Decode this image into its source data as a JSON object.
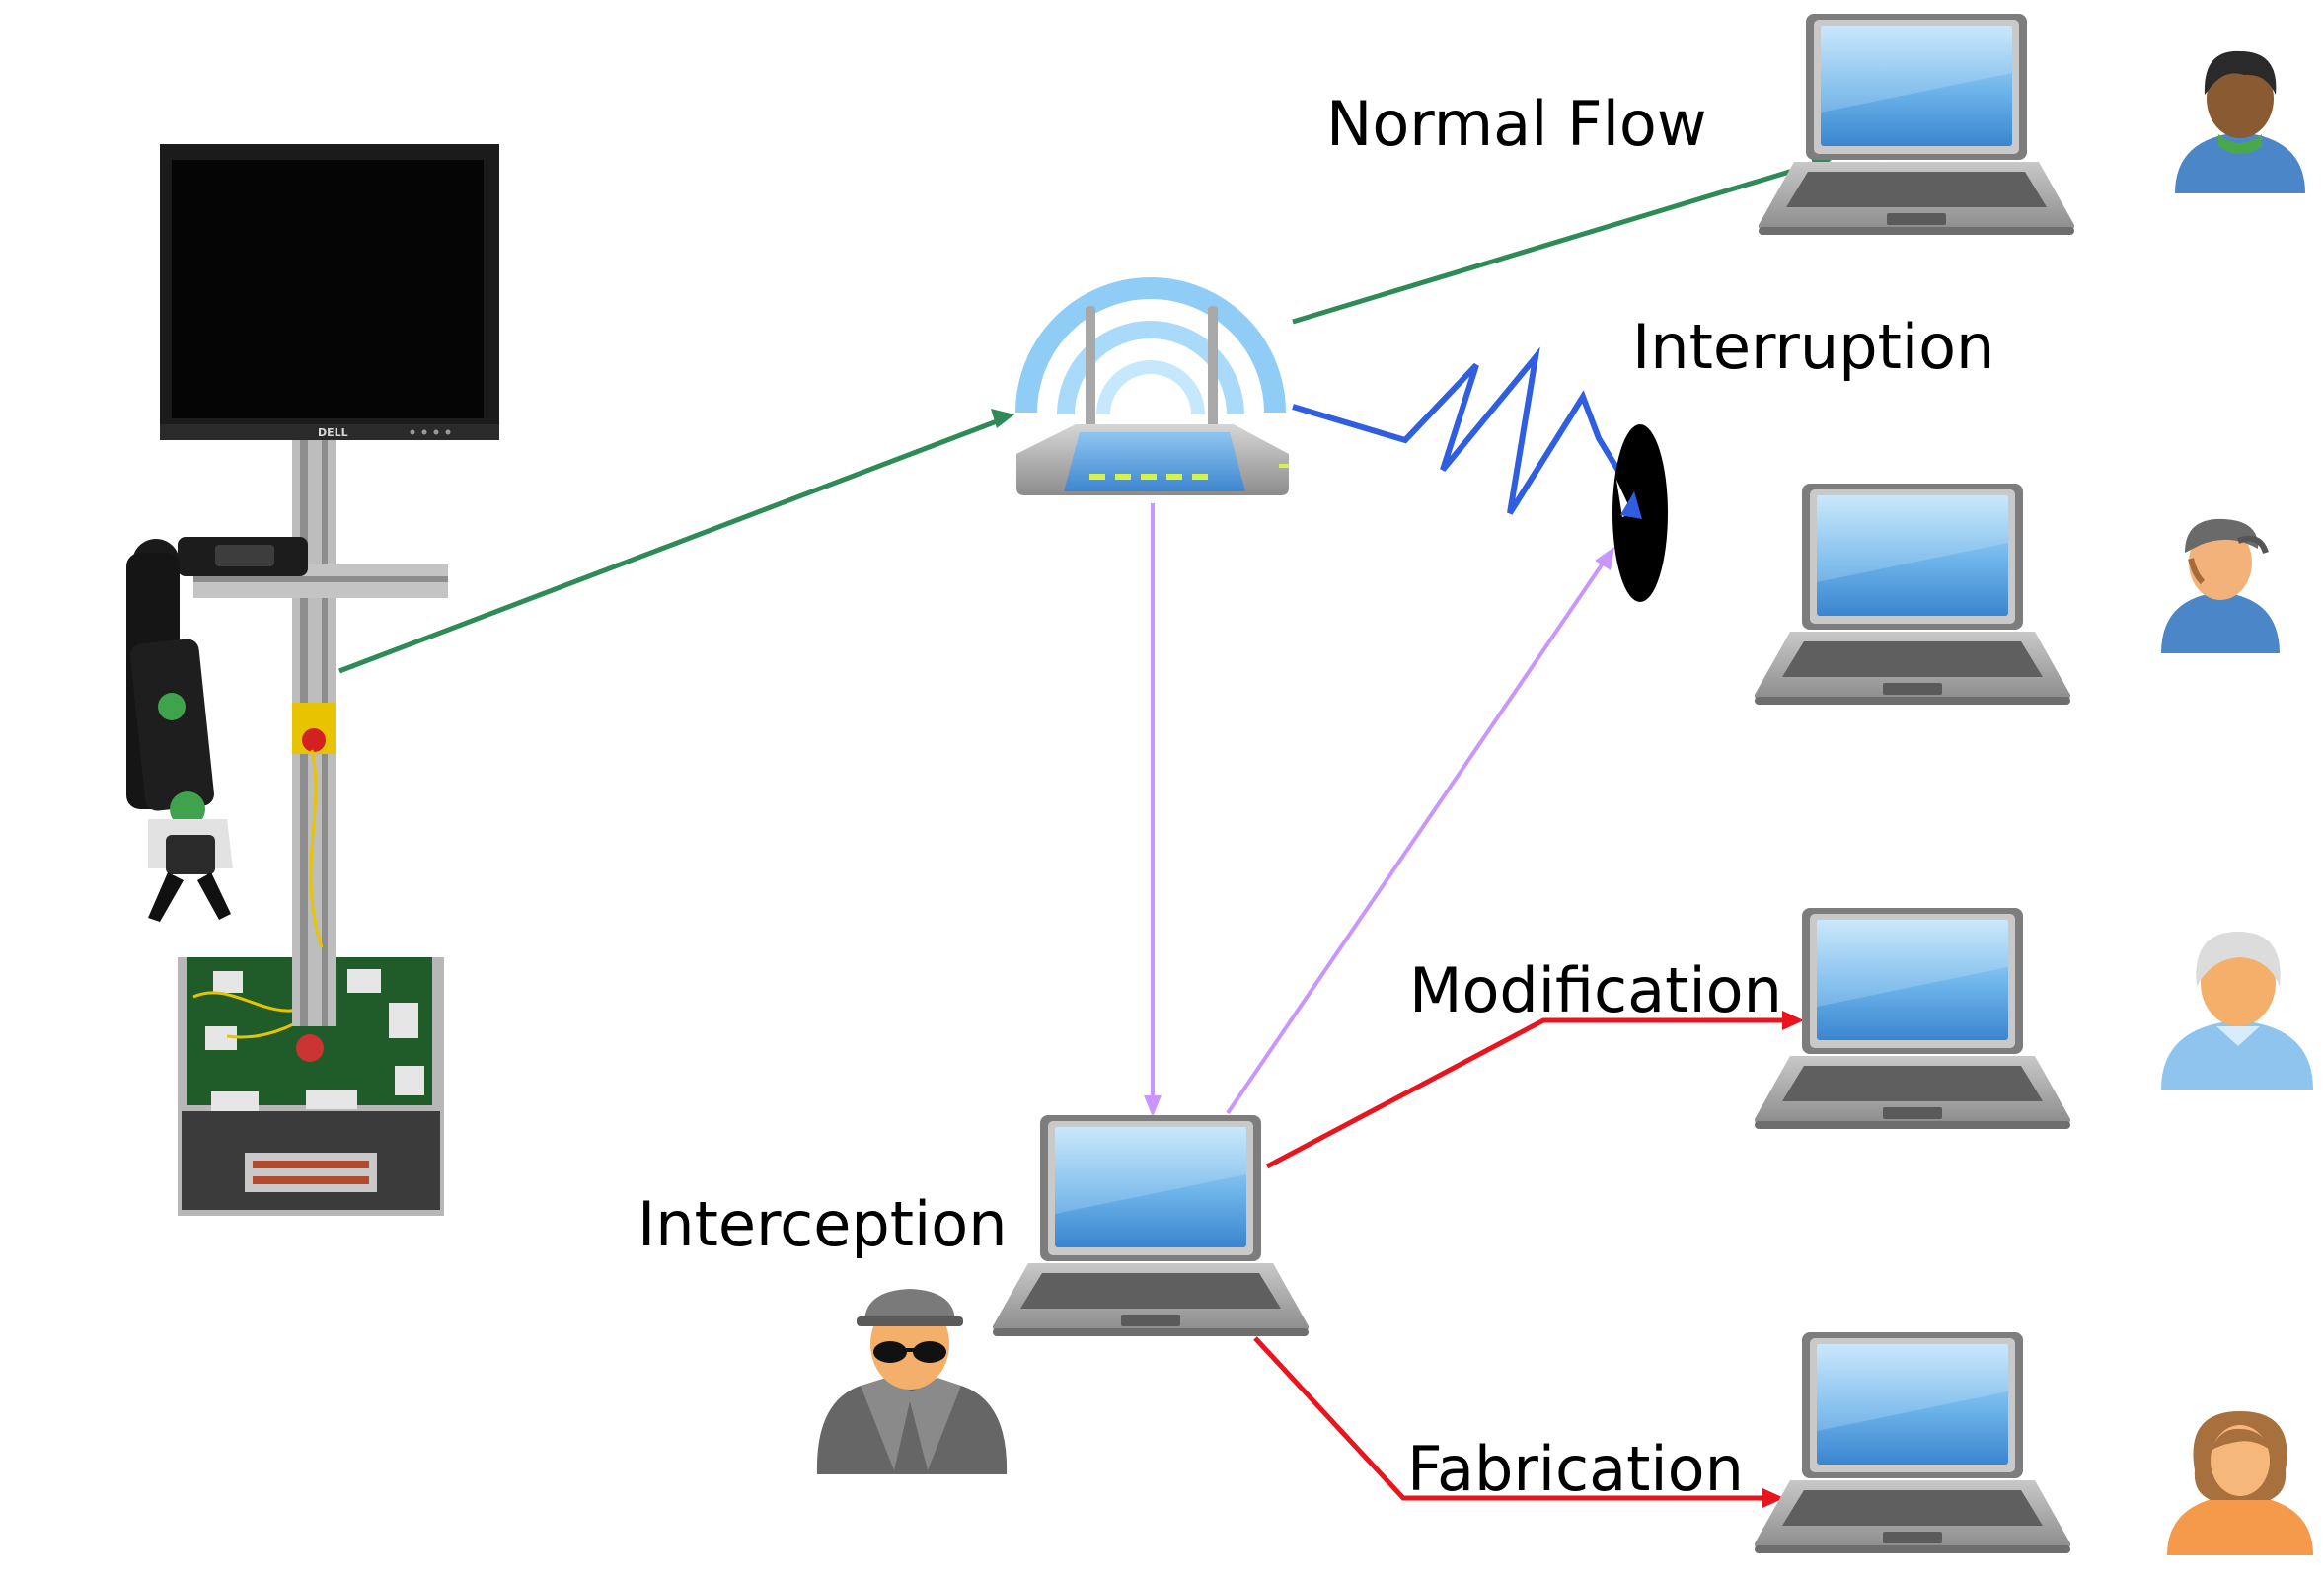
{
  "labels": {
    "normal_flow": "Normal Flow",
    "interruption": "Interruption",
    "interception": "Interception",
    "modification": "Modification",
    "fabrication": "Fabrication"
  },
  "monitor_brand": "DELL",
  "colors": {
    "normal_flow": "#2e8b57",
    "interruption": "#2f5fe0",
    "interception": "#c996ff",
    "attack": "#e8141e",
    "screen": "#4a90d9"
  },
  "icons": {
    "source": "robot-arm-workstation",
    "hub": "wireless-router-icon",
    "attacker": "spy-icon",
    "blocker": "black-ellipse-icon",
    "users": [
      "user-dark-hair-icon",
      "user-cap-icon",
      "user-gray-hair-icon",
      "user-female-icon"
    ]
  }
}
